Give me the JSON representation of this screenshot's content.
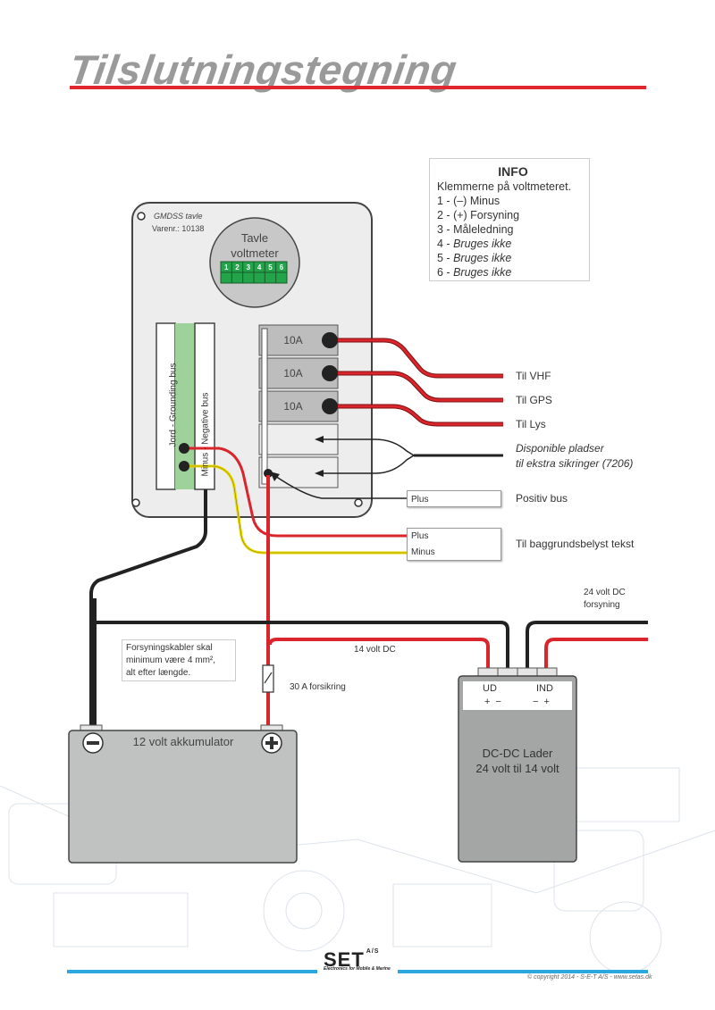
{
  "title": "Tilslutningstegning",
  "colors": {
    "accent_red": "#e0262e",
    "title_gray": "#9a9a9a",
    "footer_blue": "#29a8e0",
    "wire_red": "#d9252b",
    "wire_black": "#2a2a2a",
    "wire_yellow": "#e8d800",
    "terminal_green": "#1fa84a",
    "bus_green": "#9fd29a"
  },
  "info": {
    "heading": "INFO",
    "intro": "Klemmerne på voltmeteret.",
    "items": [
      {
        "num": "1 - ",
        "text": "(–) Minus",
        "italic": false
      },
      {
        "num": "2 - ",
        "text": "(+) Forsyning",
        "italic": false
      },
      {
        "num": "3 - ",
        "text": "Måleledning",
        "italic": false
      },
      {
        "num": "4 - ",
        "text": "Bruges ikke",
        "italic": true
      },
      {
        "num": "5 - ",
        "text": "Bruges ikke",
        "italic": true
      },
      {
        "num": "6 - ",
        "text": "Bruges ikke",
        "italic": true
      }
    ]
  },
  "panel": {
    "name": "GMDSS tavle",
    "item_no": "Varenr.: 10138",
    "voltmeter": {
      "line1": "Tavle",
      "line2": "voltmeter",
      "terminals": [
        "1",
        "2",
        "3",
        "4",
        "5",
        "6"
      ]
    },
    "grounding_bus": "Jord - Grounding bus",
    "negative_bus": "Minus - Negative bus",
    "fuses": [
      "10A",
      "10A",
      "10A",
      "",
      ""
    ]
  },
  "outputs": {
    "vhf": "Til VHF",
    "gps": "Til GPS",
    "lys": "Til Lys",
    "spare_line1": "Disponible pladser",
    "spare_line2": "til ekstra sikringer (7206)",
    "positive_box": "Plus",
    "positive_label": "Positiv bus",
    "backlight_plus": "Plus",
    "backlight_minus": "Minus",
    "backlight_label": "Til baggrundsbelyst tekst"
  },
  "supply": {
    "note_line1": "Forsyningskabler skal",
    "note_line2": "minimum være 4 mm²,",
    "note_line3": "alt efter længde.",
    "volt14": "14 volt DC",
    "fuse30": "30 A forsikring",
    "volt24_line1": "24 volt DC",
    "volt24_line2": "forsyning"
  },
  "battery": {
    "label": "12 volt akkumulator",
    "neg": "−",
    "pos": "+"
  },
  "charger": {
    "out_label": "UD",
    "in_label": "IND",
    "out_pol": "+  −",
    "in_pol": "−  +",
    "line1": "DC-DC Lader",
    "line2": "24 volt til 14 volt"
  },
  "footer": {
    "logo": "SET",
    "logo_as": "A/S",
    "logo_sub": "Electronics for Mobile & Marine",
    "copyright": "© copyright 2014  -  S-E-T A/S  -  www.setas.dk"
  }
}
